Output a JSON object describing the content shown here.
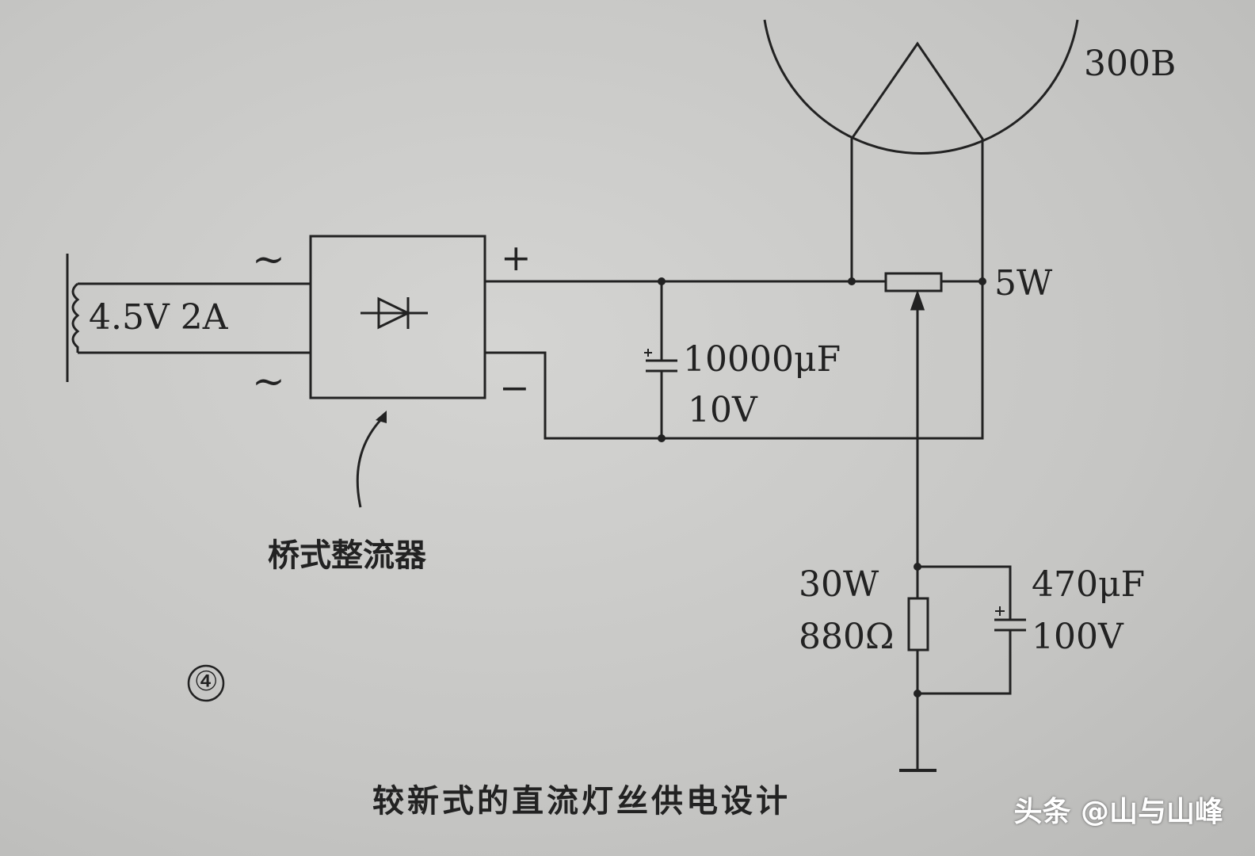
{
  "tube_label": "300B",
  "pot_label": "5W",
  "transformer_label": "4.5V  2A",
  "rectifier": {
    "plus": "+",
    "minus": "−",
    "ac_top": "~",
    "ac_bottom": "~",
    "label": "桥式整流器"
  },
  "filter_cap": {
    "capacitance": "10000μF",
    "voltage": "10V"
  },
  "bias_resistor": {
    "power": "30W",
    "resistance": "880Ω"
  },
  "bias_cap": {
    "capacitance": "470μF",
    "voltage": "100V"
  },
  "figure_number": "④",
  "caption": "较新式的直流灯丝供电设计",
  "watermark": "头条 @山与山峰"
}
